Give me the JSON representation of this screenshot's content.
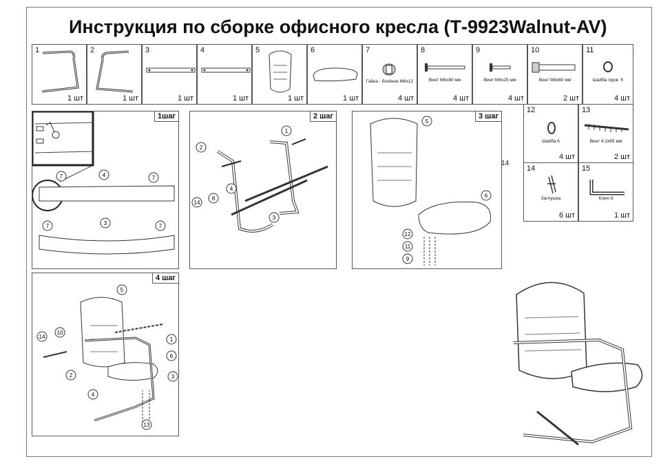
{
  "title": "Инструкция по сборке офисного кресла (Т-9923Walnut-AV)",
  "parts": [
    {
      "num": "1",
      "qty": "1 шт",
      "icon": "chair-frame-left-icon"
    },
    {
      "num": "2",
      "qty": "1 шт",
      "icon": "chair-frame-right-icon"
    },
    {
      "num": "3",
      "qty": "1 шт",
      "icon": "crossbar-icon"
    },
    {
      "num": "4",
      "qty": "1 шт",
      "icon": "crossbar-icon"
    },
    {
      "num": "5",
      "qty": "1 шт",
      "icon": "backrest-icon"
    },
    {
      "num": "6",
      "qty": "1 шт",
      "icon": "seat-icon"
    },
    {
      "num": "7",
      "qty": "4 шт",
      "caption": "Гайка - бочёнок М6х12",
      "icon": "barrel-nut-icon"
    },
    {
      "num": "8",
      "qty": "4 шт",
      "caption": "Винт М6х80 мм",
      "icon": "screw-icon"
    },
    {
      "num": "9",
      "qty": "4 шт",
      "caption": "Винт М6х25 мм",
      "icon": "screw-icon"
    },
    {
      "num": "10",
      "qty": "2 шт",
      "caption": "Винт М8х60 мм",
      "icon": "bolt-icon"
    },
    {
      "num": "11",
      "qty": "4 шт",
      "caption": "Шайба пруж. 6",
      "icon": "spring-washer-icon"
    }
  ],
  "parts2": [
    {
      "num": "12",
      "qty": "4 шт",
      "caption": "Шайба 6",
      "icon": "washer-icon"
    },
    {
      "num": "13",
      "qty": "2 шт",
      "caption": "Винт 4.2х65 мм",
      "icon": "wood-screw-icon"
    },
    {
      "num": "14",
      "qty": "6 шт",
      "caption": "Заглушка",
      "icon": "plug-icon"
    },
    {
      "num": "15",
      "qty": "1 шт",
      "caption": "Ключ 6",
      "icon": "hex-key-icon"
    }
  ],
  "steps": {
    "s1": {
      "label": "1шаг",
      "callouts": [
        "7",
        "4",
        "7",
        "7",
        "3",
        "7"
      ]
    },
    "s2": {
      "label": "2 шаг",
      "callouts": [
        "1",
        "2",
        "4",
        "8",
        "14",
        "3"
      ]
    },
    "s3": {
      "label": "3 шаг",
      "callouts": [
        "5",
        "6",
        "12",
        "11",
        "9"
      ]
    },
    "s4": {
      "label": "4 шаг",
      "callouts": [
        "5",
        "14",
        "10",
        "1",
        "6",
        "2",
        "3",
        "4",
        "13"
      ]
    }
  },
  "side_label": "14"
}
